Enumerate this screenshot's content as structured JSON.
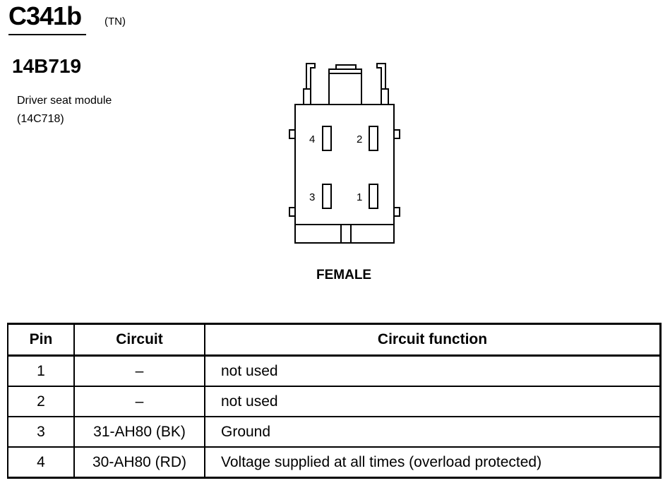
{
  "connector": {
    "id": "C341b",
    "color_code": "(TN)",
    "part_number": "14B719",
    "description_line1": "Driver seat module",
    "description_line2": "(14C718)",
    "gender": "FEMALE",
    "pin_labels": [
      "4",
      "2",
      "3",
      "1"
    ]
  },
  "table": {
    "headers": {
      "pin": "Pin",
      "circuit": "Circuit",
      "function": "Circuit function"
    },
    "rows": [
      {
        "pin": "1",
        "circuit": "–",
        "function": "not used"
      },
      {
        "pin": "2",
        "circuit": "–",
        "function": "not used"
      },
      {
        "pin": "3",
        "circuit": "31-AH80 (BK)",
        "function": "Ground"
      },
      {
        "pin": "4",
        "circuit": "30-AH80 (RD)",
        "function": "Voltage supplied at all times (overload protected)"
      }
    ]
  }
}
